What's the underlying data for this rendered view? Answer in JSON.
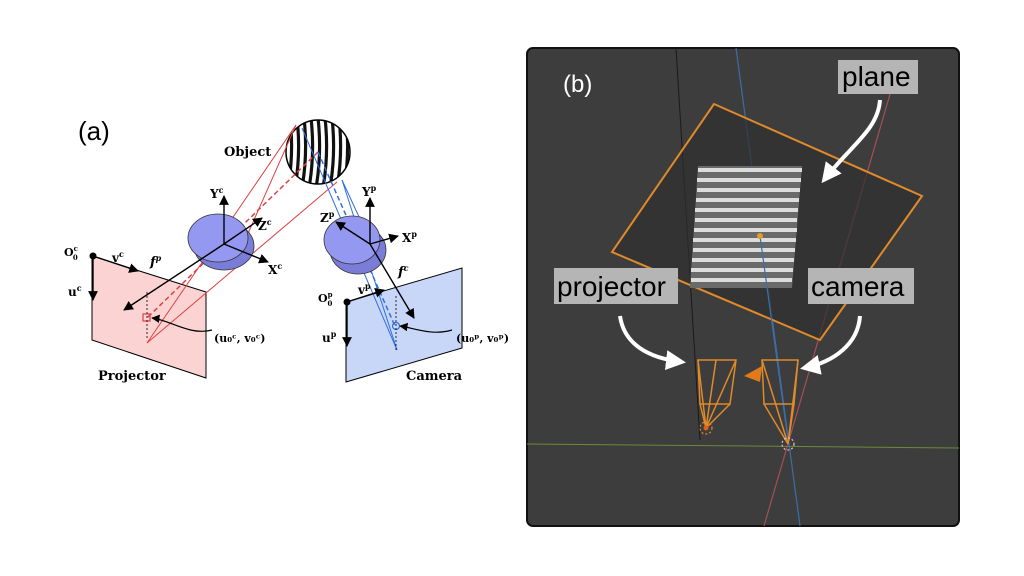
{
  "panel_a": {
    "tag": "(a)",
    "object_label": "Object",
    "projector_label": "Projector",
    "camera_label": "Camera",
    "proj_axis_y": "Y",
    "proj_axis_y_sup": "c",
    "proj_axis_z": "Z",
    "proj_axis_z_sup": "c",
    "proj_axis_x": "X",
    "proj_axis_x_sup": "c",
    "cam_axis_y": "Y",
    "cam_axis_y_sup": "p",
    "cam_axis_z": "Z",
    "cam_axis_z_sup": "p",
    "cam_axis_x": "X",
    "cam_axis_x_sup": "p",
    "proj_origin": "O",
    "proj_origin_sup": "c",
    "proj_origin_sub": "0",
    "proj_v": "v",
    "proj_v_sup": "c",
    "proj_u": "u",
    "proj_u_sup": "c",
    "proj_focal": "f",
    "proj_focal_sup": "p",
    "proj_principal": "(u₀ᶜ, v₀ᶜ)",
    "cam_origin": "O",
    "cam_origin_sup": "p",
    "cam_origin_sub": "0",
    "cam_v": "v",
    "cam_v_sup": "p",
    "cam_u": "u",
    "cam_u_sup": "p",
    "cam_focal": "f",
    "cam_focal_sup": "c",
    "cam_principal": "(u₀ᵖ, v₀ᵖ)"
  },
  "panel_b": {
    "tag": "(b)",
    "plane_label": "plane",
    "projector_label": "projector",
    "camera_label": "camera"
  },
  "colors": {
    "projector_red": "#e04040",
    "camera_blue": "#3070e0",
    "lens_blue": "#8f92ee",
    "viewport_bg": "#3d3d3d",
    "orange": "#e08a2a",
    "label_box": "#b5b5b5"
  }
}
